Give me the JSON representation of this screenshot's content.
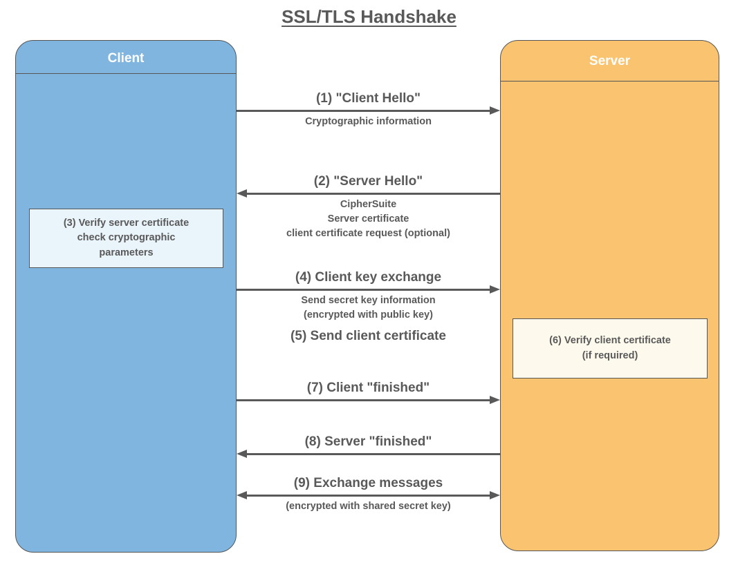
{
  "title": "SSL/TLS Handshake",
  "colors": {
    "client_fill": "#7FB5DF",
    "server_fill": "#FAC370",
    "note_client_fill": "#EAF4FB",
    "note_server_fill": "#FDFAED",
    "line": "#595959",
    "border": "#555555",
    "text": "#595959",
    "header_text": "#FFFFFF"
  },
  "parties": {
    "client": {
      "label": "Client"
    },
    "server": {
      "label": "Server"
    }
  },
  "notes": {
    "verify_server": {
      "line1": "(3) Verify server certificate",
      "line2": "check cryptographic",
      "line3": "parameters"
    },
    "verify_client": {
      "line1": "(6) Verify client certificate",
      "line2": "(if required)"
    }
  },
  "messages": [
    {
      "id": 1,
      "title": "(1) \"Client Hello\"",
      "direction": "right",
      "sub": [
        "Cryptographic information"
      ]
    },
    {
      "id": 2,
      "title": "(2) \"Server Hello\"",
      "direction": "left",
      "sub": [
        "CipherSuite",
        "Server certificate",
        "client certificate request (optional)"
      ]
    },
    {
      "id": 4,
      "title": "(4) Client key exchange",
      "direction": "right",
      "sub": [
        "Send secret key information",
        "(encrypted with public key)"
      ]
    },
    {
      "id": 5,
      "title": "(5) Send client certificate",
      "direction": "none",
      "sub": []
    },
    {
      "id": 7,
      "title": "(7) Client \"finished\"",
      "direction": "right",
      "sub": []
    },
    {
      "id": 8,
      "title": "(8) Server \"finished\"",
      "direction": "left",
      "sub": []
    },
    {
      "id": 9,
      "title": "(9) Exchange messages",
      "direction": "both",
      "sub": [
        "(encrypted with shared secret key)"
      ]
    }
  ]
}
